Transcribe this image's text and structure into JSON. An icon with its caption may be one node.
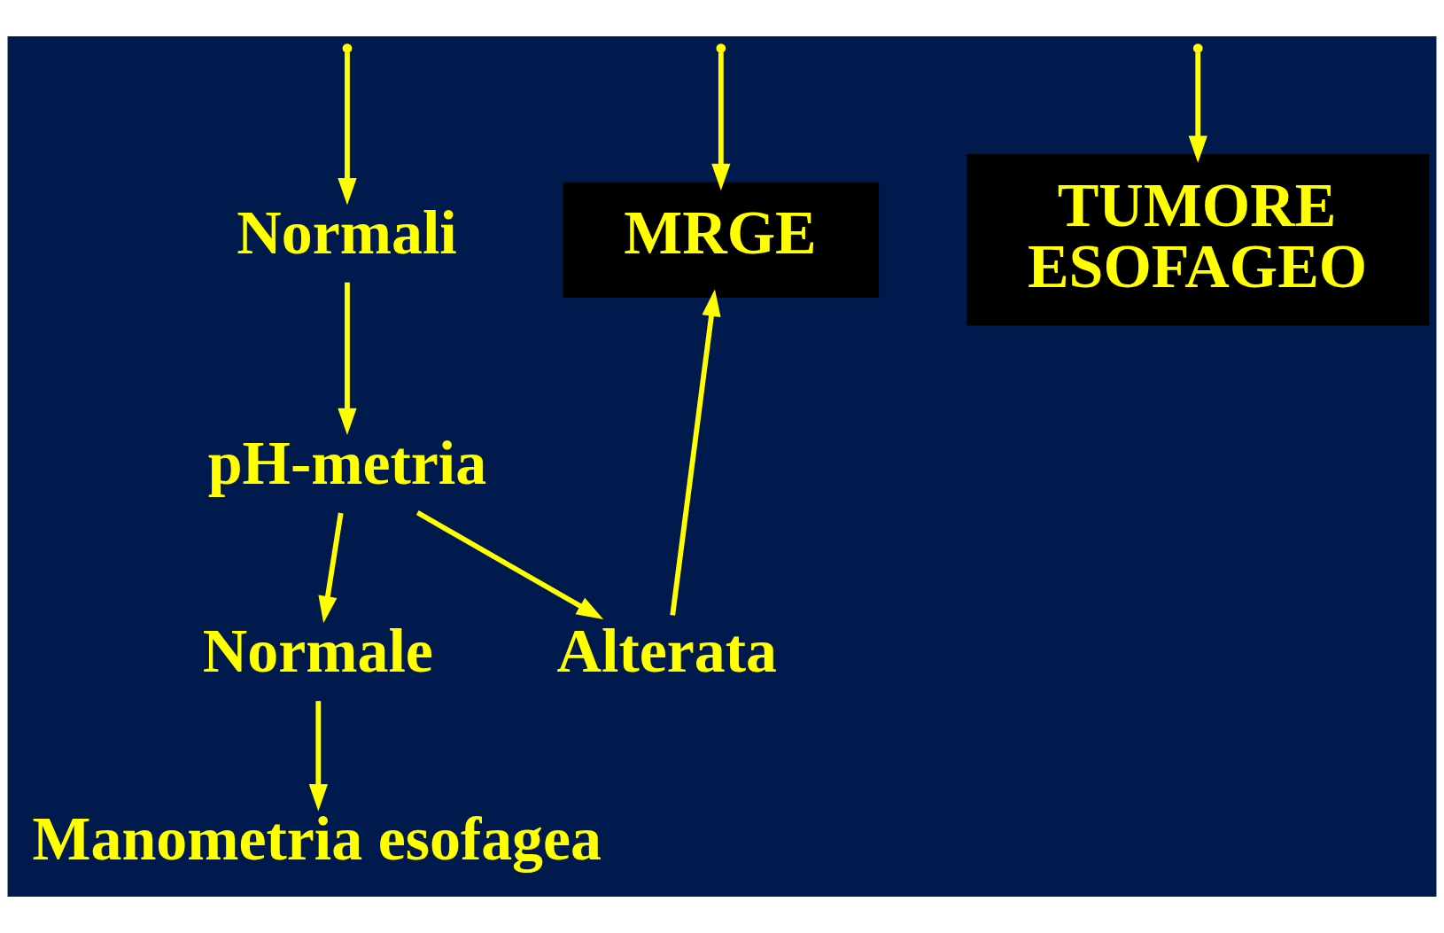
{
  "diagram": {
    "nodes": [
      {
        "text": [
          "Normali"
        ]
      },
      {
        "text": [
          "MRGE"
        ]
      },
      {
        "text": [
          "TUMORE ESOFAGEO"
        ]
      },
      {
        "text": [
          "pH-metria"
        ]
      },
      {
        "text": [
          "Normale"
        ]
      },
      {
        "text": [
          "Alterata"
        ]
      },
      {
        "text": [
          "Manometria esofagea"
        ]
      }
    ],
    "edges": [
      {
        "from": null,
        "to": 0,
        "arrow": "to"
      },
      {
        "from": null,
        "to": 1,
        "arrow": "to"
      },
      {
        "from": null,
        "to": 2,
        "arrow": "to"
      },
      {
        "from": 0,
        "to": 3,
        "arrow": "to"
      },
      {
        "from": 3,
        "to": 4,
        "arrow": "to"
      },
      {
        "from": 3,
        "to": 5,
        "arrow": "to"
      },
      {
        "from": 4,
        "to": 6,
        "arrow": "to"
      },
      {
        "from": 5,
        "to": 1,
        "arrow": "to"
      }
    ]
  }
}
